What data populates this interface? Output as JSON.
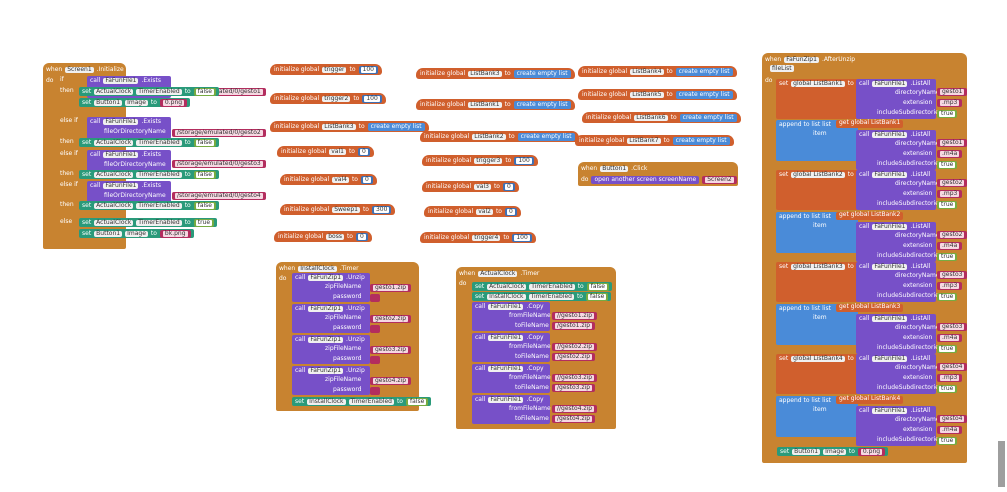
{
  "blocks": {
    "screen_event": {
      "when": "when",
      "component": "Screen1",
      "event": ".Initialize",
      "do": "do"
    },
    "globals": {
      "trigger1": {
        "label": "initialize global",
        "name": "trigger",
        "to": "to",
        "value": "100"
      },
      "trigger2": {
        "label": "initialize global",
        "name": "trigger2",
        "to": "to",
        "value": "100"
      },
      "lstbuttons": {
        "label": "initialize global",
        "name": "ListBank3",
        "to": "to",
        "value": "create empty list"
      },
      "val1": {
        "label": "initialize global",
        "name": "val1",
        "to": "to",
        "value": "0"
      },
      "val4": {
        "label": "initialize global",
        "name": "val4",
        "to": "to",
        "value": "0"
      },
      "sweep": {
        "label": "initialize global",
        "name": "Sweep1",
        "to": "to",
        "value": "300"
      },
      "boss": {
        "label": "initialize global",
        "name": "boss",
        "to": "to",
        "value": "0"
      }
    },
    "globals2": {
      "bank3": {
        "label": "initialize global",
        "name": "ListBank3",
        "to": "to",
        "value": "create empty list"
      },
      "bank1": {
        "label": "initialize global",
        "name": "ListBank1",
        "to": "to",
        "value": "create empty list"
      },
      "bank2": {
        "label": "initialize global",
        "name": "ListBank2",
        "to": "to",
        "value": "create empty list"
      },
      "trigger3": {
        "label": "initialize global",
        "name": "trigger3",
        "to": "to",
        "value": "100"
      },
      "val3": {
        "label": "initialize global",
        "name": "val3",
        "to": "to",
        "value": "0"
      },
      "val2": {
        "label": "initialize global",
        "name": "val2",
        "to": "to",
        "value": "0"
      },
      "trigger4": {
        "label": "initialize global",
        "name": "trigger4",
        "to": "to",
        "value": "100"
      }
    },
    "globals3": {
      "bank4": {
        "label": "initialize global",
        "name": "ListBank4",
        "to": "to",
        "value": "create empty list"
      },
      "bank5": {
        "label": "initialize global",
        "name": "ListBank5",
        "to": "to",
        "value": "create empty list"
      },
      "bank6": {
        "label": "initialize global",
        "name": "ListBank6",
        "to": "to",
        "value": "create empty list"
      },
      "bank7": {
        "label": "initialize global",
        "name": "ListBank7",
        "to": "to",
        "value": "create empty list"
      }
    },
    "button_click": {
      "when": "when",
      "component": "Button1",
      "event": ".Click",
      "do": "do",
      "call": "open another screen  screenName",
      "screen": "Screen2"
    },
    "screen_rows": [
      {
        "kw": "if",
        "call": "call",
        "comp": "FaFunFile1",
        "method": ".Exists",
        "arg_label": "fileOrDirectoryName",
        "arg": "/storage/emulated/0/gesto1"
      },
      {
        "kw": "then",
        "set": "set",
        "comp": "ActualClock",
        "prop": "TimerEnabled",
        "to": "to",
        "val": "false"
      },
      {
        "kw": "",
        "set": "set",
        "comp": "Button1",
        "prop": "Image",
        "to": "to",
        "val": "0.png"
      },
      {
        "kw": "else if",
        "call": "call",
        "comp": "FaFunFile1",
        "method": ".Exists",
        "arg_label": "fileOrDirectoryName",
        "arg": "/storage/emulated/0/gesto2"
      },
      {
        "kw": "then",
        "set": "set",
        "comp": "ActualClock",
        "prop": "TimerEnabled",
        "to": "to",
        "val": "false"
      },
      {
        "kw": "else if",
        "call": "call",
        "comp": "FaFunFile1",
        "method": ".Exists",
        "arg_label": "fileOrDirectoryName",
        "arg": "/storage/emulated/0/gesto3"
      },
      {
        "kw": "then",
        "set": "set",
        "comp": "ActualClock",
        "prop": "TimerEnabled",
        "to": "to",
        "val": "false"
      },
      {
        "kw": "else if",
        "call": "call",
        "comp": "FaFunFile1",
        "method": ".Exists",
        "arg_label": "fileOrDirectoryName",
        "arg": "/storage/emulated/0/gesto4"
      },
      {
        "kw": "then",
        "set": "set",
        "comp": "ActualClock",
        "prop": "TimerEnabled",
        "to": "to",
        "val": "false"
      },
      {
        "kw": "else",
        "set": "set",
        "comp": "ActualClock",
        "prop": "TimerEnabled",
        "to": "to",
        "val": "true"
      },
      {
        "kw": "",
        "set": "set",
        "comp": "Button1",
        "prop": "Image",
        "to": "to",
        "val": "bk.png"
      }
    ],
    "install_timer": {
      "when": "when",
      "component": "InstallClock",
      "event": ".Timer",
      "do": "do",
      "calls": [
        {
          "call": "call",
          "comp": "FaFunZip1",
          "method": ".Unzip",
          "l1": "zipFileName",
          "v1": "gesto1.zip",
          "l2": "password",
          "v2": " "
        },
        {
          "call": "call",
          "comp": "FaFunZip1",
          "method": ".Unzip",
          "l1": "zipFileName",
          "v1": "gesto2.zip",
          "l2": "password",
          "v2": " "
        },
        {
          "call": "call",
          "comp": "FaFunZip1",
          "method": ".Unzip",
          "l1": "zipFileName",
          "v1": "gesto3.zip",
          "l2": "password",
          "v2": " "
        },
        {
          "call": "call",
          "comp": "FaFunZip1",
          "method": ".Unzip",
          "l1": "zipFileName",
          "v1": "gesto4.zip",
          "l2": "password",
          "v2": " "
        }
      ],
      "set": {
        "set": "set",
        "comp": "InstallClock",
        "prop": "TimerEnabled",
        "to": "to",
        "val": "false"
      }
    },
    "actual_timer": {
      "when": "when",
      "component": "ActualClock",
      "event": ".Timer",
      "do": "do",
      "sets": [
        {
          "set": "set",
          "comp": "ActualClock",
          "prop": "TimerEnabled",
          "to": "to",
          "val": "false"
        },
        {
          "set": "set",
          "comp": "InstallClock",
          "prop": "TimerEnabled",
          "to": "to",
          "val": "false"
        }
      ],
      "copies": [
        {
          "call": "call",
          "comp": "FaFunFile1",
          "method": ".Copy",
          "l1": "fromFileName",
          "v1": "//gesto1.zip",
          "l2": "toFileName",
          "v2": "/gesto1.zip"
        },
        {
          "call": "call",
          "comp": "FaFunFile1",
          "method": ".Copy",
          "l1": "fromFileName",
          "v1": "//gesto2.zip",
          "l2": "toFileName",
          "v2": "/gesto2.zip"
        },
        {
          "call": "call",
          "comp": "FaFunFile1",
          "method": ".Copy",
          "l1": "fromFileName",
          "v1": "//gesto3.zip",
          "l2": "toFileName",
          "v2": "/gesto3.zip"
        },
        {
          "call": "call",
          "comp": "FaFunFile1",
          "method": ".Copy",
          "l1": "fromFileName",
          "v1": "//gesto4.zip",
          "l2": "toFileName",
          "v2": "/gesto4.zip"
        }
      ]
    },
    "after_unzip": {
      "when": "when",
      "component": "FaFunZip1",
      "event": ".AfterUnzip",
      "param": "fileList",
      "do": "do",
      "rows": [
        {
          "kind": "set",
          "kw": "set",
          "target": "global ListBank1",
          "to": "to",
          "call": "call",
          "comp": "FaFunFile1",
          "method": ".ListAll",
          "l1": "directoryName",
          "v1": "gesto1",
          "l2": "extension",
          "v2": ".mp3",
          "l3": "includeSubdirectories",
          "v3": "true"
        },
        {
          "kind": "append",
          "kw": "append to list  list",
          "target": "get global ListBank1",
          "l": "item",
          "call": "call",
          "comp": "FaFunFile1",
          "method": ".ListAll",
          "l1": "directoryName",
          "v1": "gesto1",
          "l2": "extension",
          "v2": ".m4a",
          "l3": "includeSubdirectories",
          "v3": "true"
        },
        {
          "kind": "set",
          "kw": "set",
          "target": "global ListBank2",
          "to": "to",
          "call": "call",
          "comp": "FaFunFile1",
          "method": ".ListAll",
          "l1": "directoryName",
          "v1": "gesto2",
          "l2": "extension",
          "v2": ".mp3",
          "l3": "includeSubdirectories",
          "v3": "true"
        },
        {
          "kind": "append",
          "kw": "append to list  list",
          "target": "get global ListBank2",
          "l": "item",
          "call": "call",
          "comp": "FaFunFile1",
          "method": ".ListAll",
          "l1": "directoryName",
          "v1": "gesto2",
          "l2": "extension",
          "v2": ".m4a",
          "l3": "includeSubdirectories",
          "v3": "true"
        },
        {
          "kind": "set",
          "kw": "set",
          "target": "global ListBank3",
          "to": "to",
          "call": "call",
          "comp": "FaFunFile1",
          "method": ".ListAll",
          "l1": "directoryName",
          "v1": "gesto3",
          "l2": "extension",
          "v2": ".mp3",
          "l3": "includeSubdirectories",
          "v3": "true"
        },
        {
          "kind": "append",
          "kw": "append to list  list",
          "target": "get global ListBank3",
          "l": "item",
          "call": "call",
          "comp": "FaFunFile1",
          "method": ".ListAll",
          "l1": "directoryName",
          "v1": "gesto3",
          "l2": "extension",
          "v2": ".m4a",
          "l3": "includeSubdirectories",
          "v3": "true"
        },
        {
          "kind": "set",
          "kw": "set",
          "target": "global ListBank4",
          "to": "to",
          "call": "call",
          "comp": "FaFunFile1",
          "method": ".ListAll",
          "l1": "directoryName",
          "v1": "gesto4",
          "l2": "extension",
          "v2": ".mp3",
          "l3": "includeSubdirectories",
          "v3": "true"
        },
        {
          "kind": "append",
          "kw": "append to list  list",
          "target": "get global ListBank4",
          "l": "item",
          "call": "call",
          "comp": "FaFunFile1",
          "method": ".ListAll",
          "l1": "directoryName",
          "v1": "gesto4",
          "l2": "extension",
          "v2": ".m4a",
          "l3": "includeSubdirectories",
          "v3": "true"
        }
      ],
      "final": {
        "set": "set",
        "comp": "Button1",
        "prop": "Image",
        "to": "to",
        "val": "0.png"
      }
    }
  },
  "colors": {
    "event": "#c88330",
    "global": "#d05f2d",
    "call": "#7750c8",
    "text": "#b32d5e",
    "math": "#3f71b5",
    "logic": "#77ab41",
    "list": "#4a8bd8",
    "component": "#2a9a7a"
  }
}
